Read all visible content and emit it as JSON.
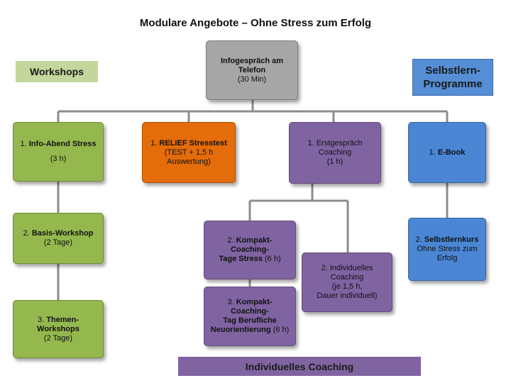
{
  "title": "Modulare Angebote – Ohne Stress zum Erfolg",
  "labels": {
    "workshops": "Workshops",
    "selbstlern_line1": "Selbstlern-",
    "selbstlern_line2": "Programme",
    "individuelles_coaching": "Individuelles Coaching"
  },
  "colors": {
    "green": "#95b84e",
    "gray": "#a6a6a6",
    "orange": "#e46c0a",
    "purple": "#8064a2",
    "blue": "#4a86d4",
    "label_green": "#c3d69b",
    "label_blue": "#558ed5",
    "connector": "#8c8c8c"
  },
  "nodes": {
    "infogespraech": {
      "line1": "Infogespräch am",
      "line2": "Telefon",
      "line3": "(30 Min)"
    },
    "info_abend": {
      "num": "1. ",
      "name": "Info-Abend Stress",
      "detail": "(3 h)"
    },
    "basis_workshop": {
      "num": "2. ",
      "name": "Basis-Workshop",
      "detail": "(2 Tage)"
    },
    "themen_workshops": {
      "num": "3. ",
      "name1": "Themen-",
      "name2": "Workshops",
      "detail": "(2 Tage)"
    },
    "relief": {
      "num": "1. ",
      "name": "RELIEF Stresstest",
      "detail1": "(TEST + 1,5 h",
      "detail2": "Auswertung)"
    },
    "erstgespraech": {
      "line1": "1. Erstgespräch",
      "line2": "Coaching",
      "line3": "(1 h)"
    },
    "kompakt_stress": {
      "num": "2. ",
      "name1": "Kompakt-Coaching-",
      "name2": "Tage Stress",
      "detail": " (6 h)"
    },
    "kompakt_neuori": {
      "num": "3. ",
      "name1": "Kompakt-Coaching-",
      "name2": "Tag Berufliche",
      "name3": "Neuorientierung",
      "detail": " (6 h)"
    },
    "individuelles": {
      "line1": "2. Individuelles",
      "line2": "Coaching",
      "line3": "(je 1,5 h,",
      "line4": "Dauer individuell)"
    },
    "ebook": {
      "num": "1. ",
      "name": "E-Book"
    },
    "selbstlernkurs": {
      "num": "2. ",
      "name": "Selbstlernkurs",
      "line2": "Ohne Stress zum",
      "line3": "Erfolg"
    }
  }
}
